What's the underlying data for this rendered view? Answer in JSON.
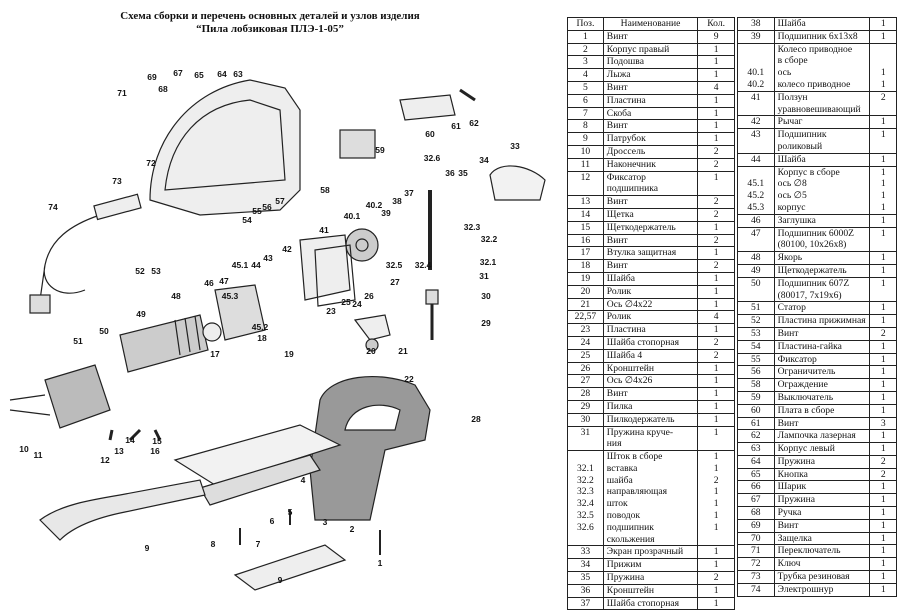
{
  "title": {
    "line1": "Схема сборки и перечень основных деталей и узлов изделия",
    "line2": "“Пила лобзиковая ПЛЭ-1-05”"
  },
  "table": {
    "headers": {
      "pos": "Поз.",
      "name": "Наименование",
      "qty": "Кол."
    },
    "left_rows": [
      {
        "pos": "1",
        "name": "Винт",
        "qty": "9"
      },
      {
        "pos": "2",
        "name": "Корпус правый",
        "qty": "1"
      },
      {
        "pos": "3",
        "name": "Подошва",
        "qty": "1"
      },
      {
        "pos": "4",
        "name": "Лыжа",
        "qty": "1"
      },
      {
        "pos": "5",
        "name": "Винт",
        "qty": "4"
      },
      {
        "pos": "6",
        "name": "Пластина",
        "qty": "1"
      },
      {
        "pos": "7",
        "name": "Скоба",
        "qty": "1"
      },
      {
        "pos": "8",
        "name": "Винт",
        "qty": "1"
      },
      {
        "pos": "9",
        "name": "Патрубок",
        "qty": "1"
      },
      {
        "pos": "10",
        "name": "Дроссель",
        "qty": "2"
      },
      {
        "pos": "11",
        "name": "Наконечник",
        "qty": "2"
      },
      {
        "pos": "12",
        "name": "Фиксатор\nподшипника",
        "qty": "1"
      },
      {
        "pos": "13",
        "name": "Винт",
        "qty": "2"
      },
      {
        "pos": "14",
        "name": "Щетка",
        "qty": "2"
      },
      {
        "pos": "15",
        "name": "Щеткодержатель",
        "qty": "1"
      },
      {
        "pos": "16",
        "name": "Винт",
        "qty": "2"
      },
      {
        "pos": "17",
        "name": "Втулка защитная",
        "qty": "1"
      },
      {
        "pos": "18",
        "name": "Винт",
        "qty": "2"
      },
      {
        "pos": "19",
        "name": "Шайба",
        "qty": "1"
      },
      {
        "pos": "20",
        "name": "Ролик",
        "qty": "1"
      },
      {
        "pos": "21",
        "name": "Ось ∅4x22",
        "qty": "1"
      },
      {
        "pos": "22,57",
        "name": "Ролик",
        "qty": "4"
      },
      {
        "pos": "23",
        "name": "Пластина",
        "qty": "1"
      },
      {
        "pos": "24",
        "name": "Шайба стопорная",
        "qty": "2"
      },
      {
        "pos": "25",
        "name": "Шайба 4",
        "qty": "2"
      },
      {
        "pos": "26",
        "name": "Кронштейн",
        "qty": "1"
      },
      {
        "pos": "27",
        "name": "Ось ∅4x26",
        "qty": "1"
      },
      {
        "pos": "28",
        "name": "Винт",
        "qty": "1"
      },
      {
        "pos": "29",
        "name": "Пилка",
        "qty": "1"
      },
      {
        "pos": "30",
        "name": "Пилкодержатель",
        "qty": "1"
      },
      {
        "pos": "31",
        "name": "Пружина круче-\nния",
        "qty": "1"
      },
      {
        "pos": "\n32.1\n32.2\n32.3\n32.4\n32.5\n32.6\n",
        "name": "Шток в сборе\nвставка\nшайба\nнаправляющая\nшток\nповодок\nподшипник\n скольжения",
        "qty": "1\n1\n2\n1\n1\n1\n1\n"
      },
      {
        "pos": "33",
        "name": "Экран прозрачный",
        "qty": "1"
      },
      {
        "pos": "34",
        "name": "Прижим",
        "qty": "1"
      },
      {
        "pos": "35",
        "name": "Пружина",
        "qty": "2"
      },
      {
        "pos": "36",
        "name": "Кронштейн",
        "qty": "1"
      },
      {
        "pos": "37",
        "name": "Шайба стопорная",
        "qty": "1"
      }
    ],
    "right_rows": [
      {
        "pos": "38",
        "name": "Шайба",
        "qty": "1"
      },
      {
        "pos": "39",
        "name": "Подшипник 6x13x8",
        "qty": "1"
      },
      {
        "pos": "\n\n40.1\n40.2",
        "name": "Колесо приводное\nв сборе\nось\nколесо приводное",
        "qty": "\n\n1\n1"
      },
      {
        "pos": "41",
        "name": "Ползун\n уравновешивающий",
        "qty": "2"
      },
      {
        "pos": "42",
        "name": "Рычаг",
        "qty": "1"
      },
      {
        "pos": "43",
        "name": "Подшипник\n роликовый",
        "qty": "1"
      },
      {
        "pos": "44",
        "name": "Шайба",
        "qty": "1"
      },
      {
        "pos": "\n45.1\n45.2\n45.3",
        "name": "Корпус в сборе\nось ∅8\nось ∅5\nкорпус",
        "qty": "1\n1\n1\n1"
      },
      {
        "pos": "46",
        "name": "Заглушка",
        "qty": "1"
      },
      {
        "pos": "47",
        "name": "Подшипник 6000Z\n (80100, 10x26x8)",
        "qty": "1"
      },
      {
        "pos": "48",
        "name": "Якорь",
        "qty": "1"
      },
      {
        "pos": "49",
        "name": "Щеткодержатель",
        "qty": "1"
      },
      {
        "pos": "50",
        "name": "Подшипник 607Z\n(80017, 7x19x6)",
        "qty": "1"
      },
      {
        "pos": "51",
        "name": "Статор",
        "qty": "1"
      },
      {
        "pos": "52",
        "name": "Пластина прижимная",
        "qty": "1"
      },
      {
        "pos": "53",
        "name": "Винт",
        "qty": "2"
      },
      {
        "pos": "54",
        "name": "Пластина-гайка",
        "qty": "1"
      },
      {
        "pos": "55",
        "name": "Фиксатор",
        "qty": "1"
      },
      {
        "pos": "56",
        "name": "Ограничитель",
        "qty": "1"
      },
      {
        "pos": "58",
        "name": "Ограждение",
        "qty": "1"
      },
      {
        "pos": "59",
        "name": "Выключатель",
        "qty": "1"
      },
      {
        "pos": "60",
        "name": "Плата в сборе",
        "qty": "1"
      },
      {
        "pos": "61",
        "name": "Винт",
        "qty": "3"
      },
      {
        "pos": "62",
        "name": "Лампочка лазерная",
        "qty": "1"
      },
      {
        "pos": "63",
        "name": "Корпус левый",
        "qty": "1"
      },
      {
        "pos": "64",
        "name": "Пружина",
        "qty": "2"
      },
      {
        "pos": "65",
        "name": "Кнопка",
        "qty": "2"
      },
      {
        "pos": "66",
        "name": "Шарик",
        "qty": "1"
      },
      {
        "pos": "67",
        "name": "Пружина",
        "qty": "1"
      },
      {
        "pos": "68",
        "name": "Ручка",
        "qty": "1"
      },
      {
        "pos": "69",
        "name": "Винт",
        "qty": "1"
      },
      {
        "pos": "70",
        "name": "Защелка",
        "qty": "1"
      },
      {
        "pos": "71",
        "name": "Переключатель",
        "qty": "1"
      },
      {
        "pos": "72",
        "name": "Ключ",
        "qty": "1"
      },
      {
        "pos": "73",
        "name": "Трубка резиновая",
        "qty": "1"
      },
      {
        "pos": "74",
        "name": "Электрошнур",
        "qty": "1"
      }
    ]
  },
  "diagram": {
    "callouts": [
      "71",
      "69",
      "68",
      "67",
      "65",
      "64",
      "63",
      "60",
      "61",
      "62",
      "59",
      "72",
      "73",
      "74",
      "58",
      "57",
      "56",
      "55",
      "54",
      "52",
      "53",
      "32.6",
      "36",
      "35",
      "34",
      "33",
      "37",
      "38",
      "40.2",
      "39",
      "40.1",
      "32.3",
      "32.2",
      "41",
      "42",
      "43",
      "44",
      "45.1",
      "47",
      "46",
      "45.2",
      "45.3",
      "48",
      "49",
      "50",
      "51",
      "32.5",
      "32.4",
      "32.1",
      "31",
      "30",
      "29",
      "27",
      "25",
      "26",
      "24",
      "23",
      "18",
      "19",
      "17",
      "20",
      "21",
      "22",
      "28",
      "14",
      "15",
      "16",
      "13",
      "12",
      "10",
      "11",
      "9",
      "8",
      "7",
      "6",
      "5",
      "4",
      "3",
      "2",
      "1",
      "9"
    ]
  }
}
